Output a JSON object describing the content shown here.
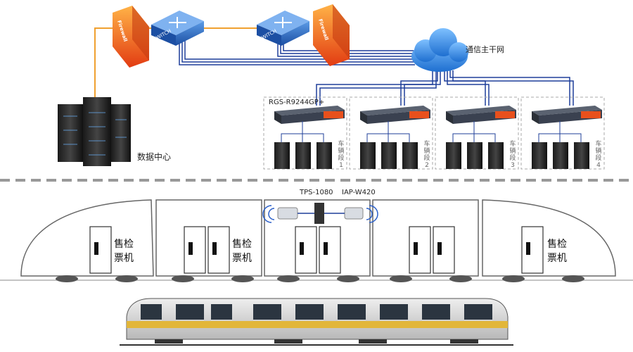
{
  "network": {
    "firewall_left_label": "Firewall",
    "firewall_right_label": "Firewall",
    "switch_left_label": "SWITCH",
    "switch_right_label": "SWITCH",
    "cloud_label": "通信主干网",
    "datacenter_label": "数据中心",
    "segment_device_label": "RGS-R9244GP+",
    "segments": [
      {
        "label": "车辆段1"
      },
      {
        "label": "车辆段2"
      },
      {
        "label": "车辆段3"
      },
      {
        "label": "车辆段4"
      }
    ]
  },
  "train": {
    "device_left_label": "TPS-1080",
    "device_right_label": "IAP-W420",
    "kiosk_label_left": "售检票机",
    "kiosk_label_center": "售检票机",
    "kiosk_label_right": "售检票机"
  },
  "colors": {
    "backbone_blue": "#1f3f9a",
    "orange_link": "#f0a030",
    "firewall_red": "#e8501c",
    "switch_blue": "#2a6bc4",
    "cloud_blue": "#3a8fe0"
  }
}
